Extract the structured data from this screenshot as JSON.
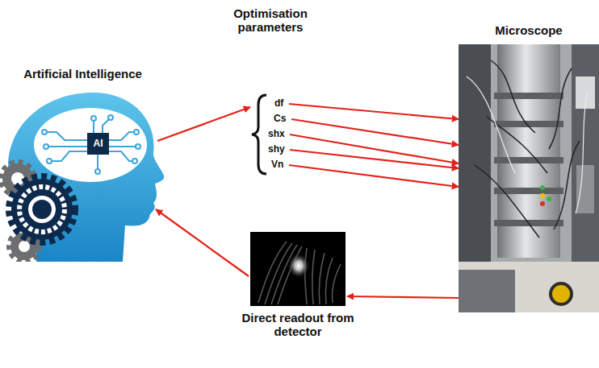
{
  "diagram": {
    "nodes": [
      {
        "text": [
          "Artificial Intelligence"
        ]
      },
      {
        "text": [
          "AI"
        ],
        "in": 0
      },
      {
        "text": [
          "Optimisation parameters"
        ]
      },
      {
        "text": [
          "df"
        ],
        "in": 2
      },
      {
        "text": [
          "Cs"
        ],
        "in": 2
      },
      {
        "text": [
          "shx"
        ],
        "in": 2
      },
      {
        "text": [
          "shy"
        ],
        "in": 2
      },
      {
        "text": [
          "Vn"
        ],
        "in": 2
      },
      {
        "text": [
          "Microscope"
        ]
      },
      {
        "text": [
          "Direct readout from detector"
        ]
      }
    ],
    "edges": [
      {
        "from": 0,
        "to": 2,
        "arrow": "to"
      },
      {
        "from": 3,
        "to": 8,
        "arrow": "to"
      },
      {
        "from": 4,
        "to": 8,
        "arrow": "to"
      },
      {
        "from": 5,
        "to": 8,
        "arrow": "to"
      },
      {
        "from": 6,
        "to": 8,
        "arrow": "to"
      },
      {
        "from": 7,
        "to": 8,
        "arrow": "to"
      },
      {
        "from": 8,
        "to": 9,
        "arrow": "to"
      },
      {
        "from": 9,
        "to": 0,
        "arrow": "to"
      }
    ]
  }
}
